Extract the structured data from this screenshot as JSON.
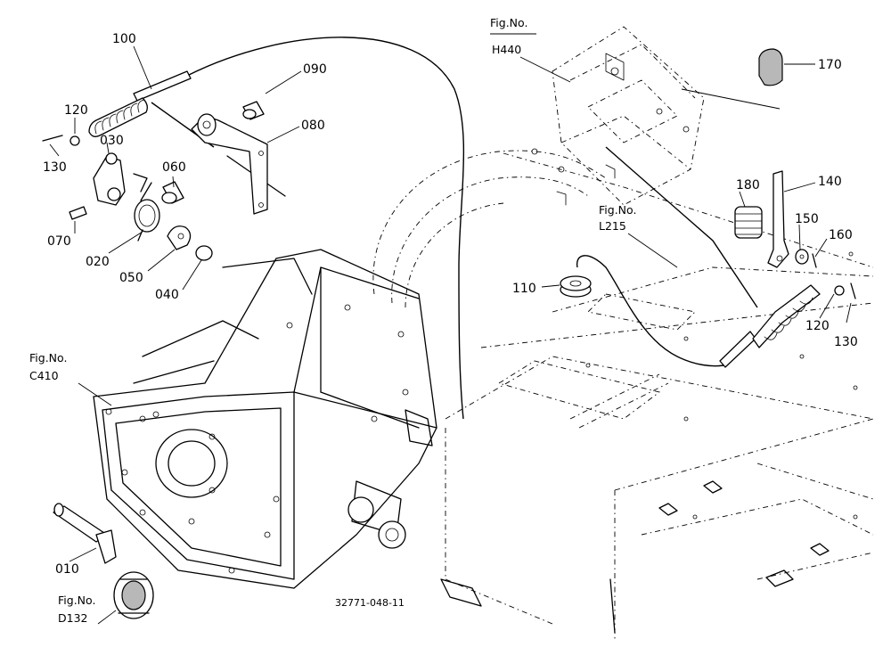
{
  "part_labels": {
    "p100": "100",
    "p090": "090",
    "p120a": "120",
    "p080": "080",
    "p030": "030",
    "p130a": "130",
    "p060": "060",
    "p070": "070",
    "p020": "020",
    "p050": "050",
    "p040": "040",
    "p010": "010",
    "p170": "170",
    "p140": "140",
    "p180": "180",
    "p150": "150",
    "p160": "160",
    "p110": "110",
    "p120b": "120",
    "p130b": "130"
  },
  "fig_refs": {
    "h440": {
      "title": "Fig.No.",
      "code": "H440"
    },
    "l215": {
      "title": "Fig.No.",
      "code": "L215"
    },
    "c410": {
      "title": "Fig.No.",
      "code": "C410"
    },
    "d132": {
      "title": "Fig.No.",
      "code": "D132"
    }
  },
  "drawing_number": "32771-048-11"
}
